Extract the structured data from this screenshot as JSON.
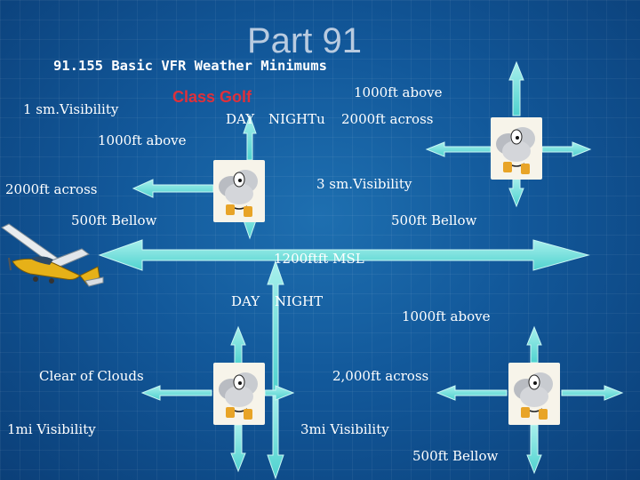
{
  "slide": {
    "title": "Part 91",
    "subtitle": "91.155 Basic VFR Weather Minimums",
    "class_label": "Class Golf"
  },
  "upper": {
    "visibility_left": "1 sm.Visibility",
    "day": "DAY",
    "night": "NIGHTu",
    "above_right": "1000ft above",
    "across_right": "2000ft   across",
    "above_left": "1000ft above",
    "across_left": "2000ft   across",
    "visibility_right": "3 sm.Visibility",
    "below_left": "500ft Bellow",
    "below_right": "500ft Bellow"
  },
  "divider": {
    "label": "1200ftft MSL"
  },
  "lower": {
    "day": "DAY",
    "night": "NIGHT",
    "above": "1000ft above",
    "clear_of_clouds": "Clear of Clouds",
    "across": "2,000ft across",
    "visibility_left": "1mi Visibility",
    "visibility_right": "3mi Visibility",
    "below": "500ft Bellow"
  },
  "colors": {
    "arrow_fill": "#6fe0dc",
    "arrow_stroke": "#c9f6f4",
    "class_label": "#e0303a",
    "title": "#b9cbe0"
  },
  "icons": [
    "cloud-cartoon-icon",
    "airplane-icon"
  ]
}
